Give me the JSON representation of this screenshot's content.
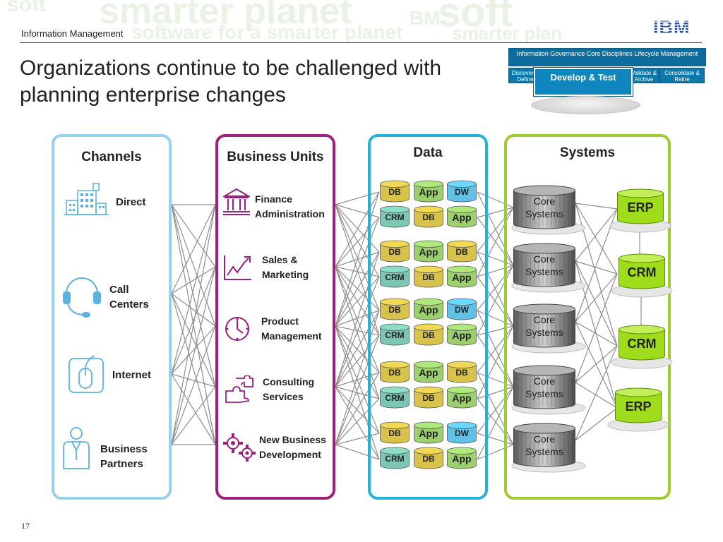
{
  "header": {
    "section": "Information Management",
    "logo": "IBM",
    "watermark": [
      "smarter planet",
      "software for a smarter planet",
      "soft",
      "smarter plan",
      "BM",
      "soft"
    ]
  },
  "title": "Organizations continue to be challenged with planning enterprise changes",
  "governance": {
    "bar": "Information Governance Core Disciplines Lifecycle Management",
    "tabs": [
      "Discover & Define",
      "Validate & Archive",
      "Consolidate & Retire"
    ],
    "main": "Develop & Test"
  },
  "columns": {
    "channels": "Channels",
    "business_units": "Business Units",
    "data": "Data",
    "systems": "Systems"
  },
  "channels": [
    "Direct",
    "Call Centers",
    "Internet",
    "Business Partners"
  ],
  "business_units": [
    "Finance Administration",
    "Sales & Marketing",
    "Product Management",
    "Consulting Services",
    "New Business Development"
  ],
  "data_groups": [
    {
      "top": [
        "DB",
        "App",
        "DW"
      ],
      "bottom": [
        "CRM",
        "DB",
        "App"
      ]
    },
    {
      "top": [
        "DB",
        "App",
        "DB"
      ],
      "bottom": [
        "CRM",
        "DB",
        "App"
      ]
    },
    {
      "top": [
        "DB",
        "App",
        "DW"
      ],
      "bottom": [
        "CRM",
        "DB",
        "App"
      ]
    },
    {
      "top": [
        "DB",
        "App",
        "DB"
      ],
      "bottom": [
        "CRM",
        "DB",
        "App"
      ]
    },
    {
      "top": [
        "DB",
        "App",
        "DW"
      ],
      "bottom": [
        "CRM",
        "DB",
        "App"
      ]
    }
  ],
  "core_systems": [
    "Core Systems",
    "Core Systems",
    "Core Systems",
    "Core Systems",
    "Core Systems"
  ],
  "systems": [
    "ERP",
    "CRM",
    "CRM",
    "ERP"
  ],
  "colors": {
    "channels_border": "#93d3ee",
    "units_border": "#a0207e",
    "data_border": "#22b3d8",
    "systems_border": "#9ccc2e",
    "db": "#d8c24a",
    "app": "#9ccf6e",
    "dw": "#5fc1e6",
    "crm": "#7cc7b1",
    "system_green": "#9fdc1c",
    "core_gray": "#777777",
    "icon_blue": "#5ab2df",
    "icon_purple": "#9b1f7c"
  },
  "page_number": "17"
}
